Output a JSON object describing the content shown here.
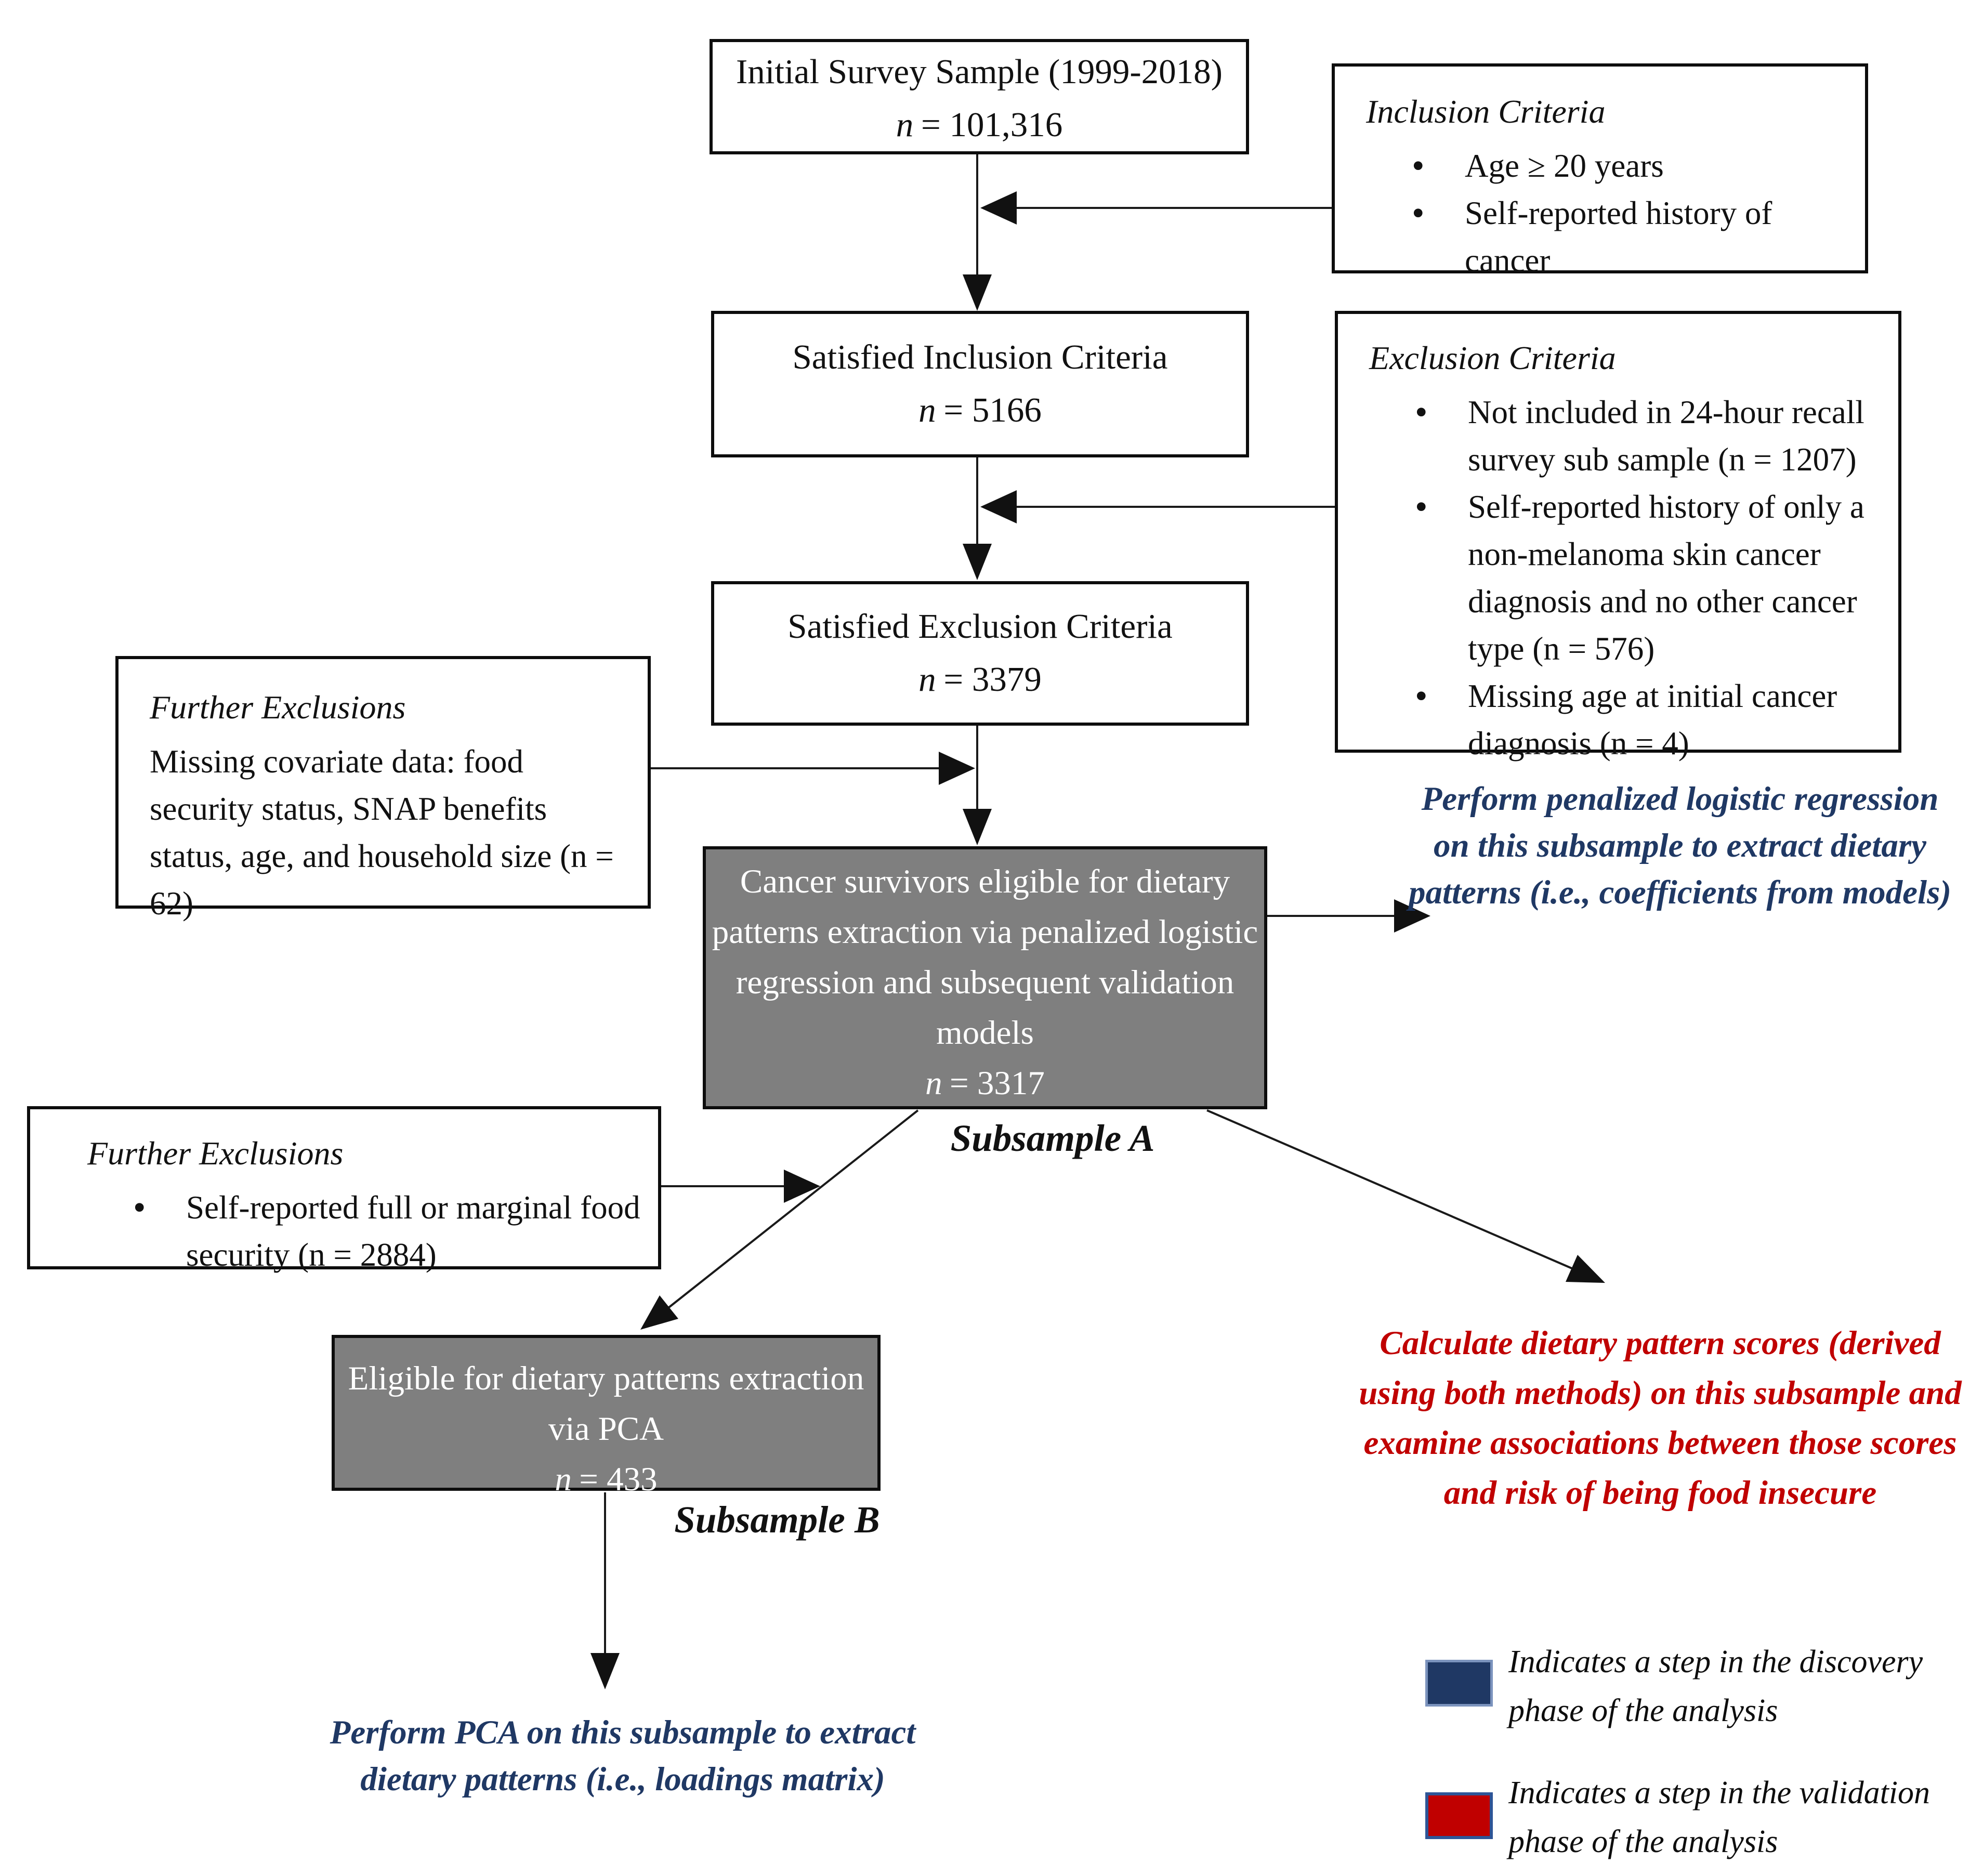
{
  "flow": {
    "top_box": {
      "line1": "Initial Survey Sample (1999-2018)",
      "n": "n",
      "count": "= 101,316"
    },
    "inclusion": {
      "title": "Inclusion Criteria",
      "bullets": [
        "Age ≥ 20 years",
        "Self-reported history of cancer"
      ]
    },
    "satisfied_inclusion": {
      "line1": "Satisfied Inclusion Criteria",
      "n": "n",
      "count": "= 5166"
    },
    "exclusion": {
      "title": "Exclusion Criteria",
      "bullets": [
        "Not included in 24-hour recall survey sub sample (n = 1207)",
        "Self-reported history of only a non-melanoma skin cancer diagnosis and no other cancer type (n = 576)",
        "Missing age at initial cancer diagnosis (n = 4)"
      ]
    },
    "satisfied_exclusion": {
      "line1": "Satisfied Exclusion Criteria",
      "n": "n",
      "count": "= 3379"
    },
    "further_exclusions_1": {
      "title": "Further Exclusions",
      "body": "Missing covariate data: food security status, SNAP benefits status, age, and household size (n = 62)"
    },
    "gray_a": {
      "line1": "Cancer survivors eligible for dietary patterns extraction via penalized logistic regression and subsequent validation models",
      "n": "n",
      "count": "= 3317",
      "label": "Subsample A"
    },
    "further_exclusions_2": {
      "title": "Further Exclusions",
      "bullets": [
        "Self-reported full or marginal food security (n = 2884)"
      ]
    },
    "gray_b": {
      "line1": "Eligible for dietary patterns extraction via PCA",
      "n": "n",
      "count": "= 433",
      "label": "Subsample B"
    },
    "annotations": {
      "discovery_a": "Perform penalized logistic regression on this subsample to extract dietary patterns (i.e., coefficients from models)",
      "validation": "Calculate dietary pattern scores (derived using both methods) on this subsample and examine associations between those scores and risk of being food insecure",
      "discovery_b": "Perform PCA on this subsample to extract dietary patterns (i.e., loadings matrix)"
    },
    "legend": [
      {
        "color": "#1f3864",
        "text": "Indicates a step in the discovery phase of the analysis"
      },
      {
        "color": "#c00000",
        "text": "Indicates a step in the validation phase of the analysis"
      }
    ],
    "colors": {
      "discovery_blue": "#1f3864",
      "validation_red": "#c00000",
      "sample_box_gray": "#7f7f7f"
    }
  }
}
